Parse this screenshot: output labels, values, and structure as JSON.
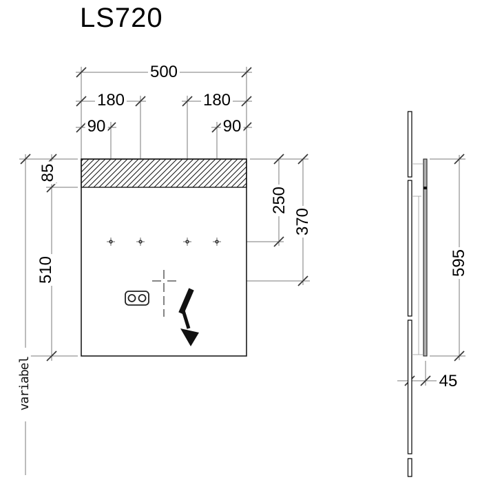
{
  "title": "LS720",
  "colors": {
    "outline": "#1a1a1a",
    "dimension_line": "#7a7a7a",
    "tick_mark": "#3a3a3a",
    "text": "#000000",
    "background": "#ffffff",
    "rail_fill": "#b0b0b0"
  },
  "front_view": {
    "dim_width_total": "500",
    "dim_hole_span_left": "180",
    "dim_hole_span_right": "180",
    "dim_hole_offset_left": "90",
    "dim_hole_offset_right": "90",
    "dim_strip_height": "85",
    "dim_body_height": "510",
    "dim_overall_height": "variabel",
    "dim_holes_from_top": "250",
    "dim_connection_from_top": "370",
    "mounting_holes_count": 4,
    "icons": {
      "hatch_strip": "hatched-light-strip",
      "socket": "double-socket-icon",
      "connection": "lightning-bolt-icon",
      "center_mark": "centerline-cross-icon"
    }
  },
  "side_view": {
    "dim_rail_height": "595",
    "dim_depth": "45"
  }
}
